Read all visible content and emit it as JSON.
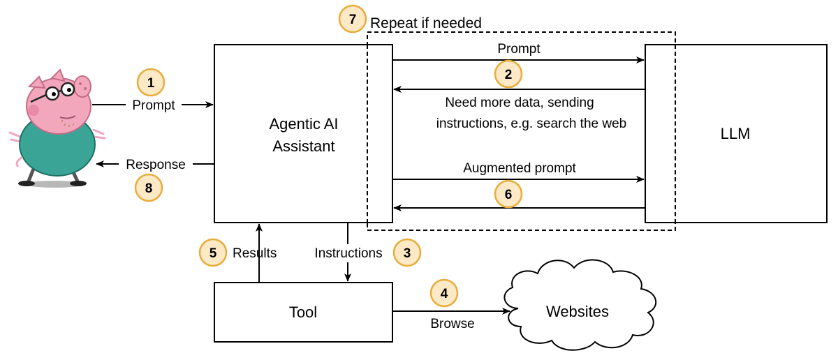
{
  "nodes": {
    "agent_line1": "Agentic AI",
    "agent_line2": "Assistant",
    "llm": "LLM",
    "tool": "Tool",
    "websites": "Websites"
  },
  "edges": {
    "user_prompt": "Prompt",
    "response": "Response",
    "llm_prompt": "Prompt",
    "need_more_line1": "Need more data, sending",
    "need_more_line2": "instructions, e.g. search the web",
    "augmented_prompt": "Augmented prompt",
    "results": "Results",
    "instructions": "Instructions",
    "browse": "Browse"
  },
  "loop": {
    "label": "Repeat if needed"
  },
  "steps": {
    "s1": "1",
    "s2": "2",
    "s3": "3",
    "s4": "4",
    "s5": "5",
    "s6": "6",
    "s7": "7",
    "s8": "8"
  },
  "colors": {
    "badge_fill": "#fde9c5",
    "badge_stroke": "#e8ad3c",
    "character_body": "#3aa597",
    "character_skin": "#f2a7bd"
  },
  "icons": {
    "user": "pig-character-icon"
  }
}
